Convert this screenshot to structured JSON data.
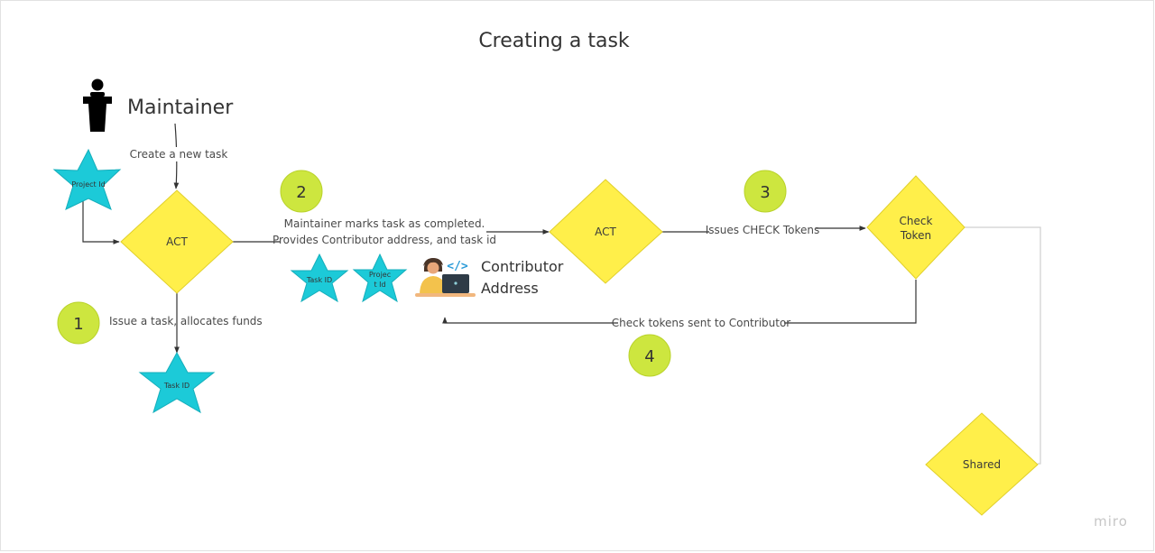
{
  "title": "Creating a task",
  "colors": {
    "diamond": "#ffef4a",
    "diamond_stroke": "#e0cf2a",
    "star": "#1ccad8",
    "star_stroke": "#15aebb",
    "circle": "#cde63f",
    "circle_stroke": "#b9d22a",
    "line": "#333333"
  },
  "icons": {
    "maintainer": "person-at-podium-icon",
    "contributor": "developer-at-laptop-icon"
  },
  "actors": {
    "maintainer": "Maintainer",
    "contributor_line1": "Contributor",
    "contributor_line2": "Address"
  },
  "diamonds": {
    "act1": "ACT",
    "act2": "ACT",
    "check_line1": "Check",
    "check_line2": "Token",
    "shared": "Shared"
  },
  "stars": {
    "project_id": "Project Id",
    "task_id": "Task ID",
    "task_id_small": "Task ID",
    "project_small_line1": "Projec",
    "project_small_line2": "t Id"
  },
  "steps": [
    "1",
    "2",
    "3",
    "4"
  ],
  "edge_labels": {
    "create": "Create a new task",
    "issue": "Issue a task, allocates funds",
    "marks_line1": "Maintainer marks task as completed.",
    "marks_line2": "Provides Contributor address, and task id",
    "issues_check": "Issues CHECK Tokens",
    "sent": "Check tokens sent to Contributor"
  },
  "watermark": "miro"
}
